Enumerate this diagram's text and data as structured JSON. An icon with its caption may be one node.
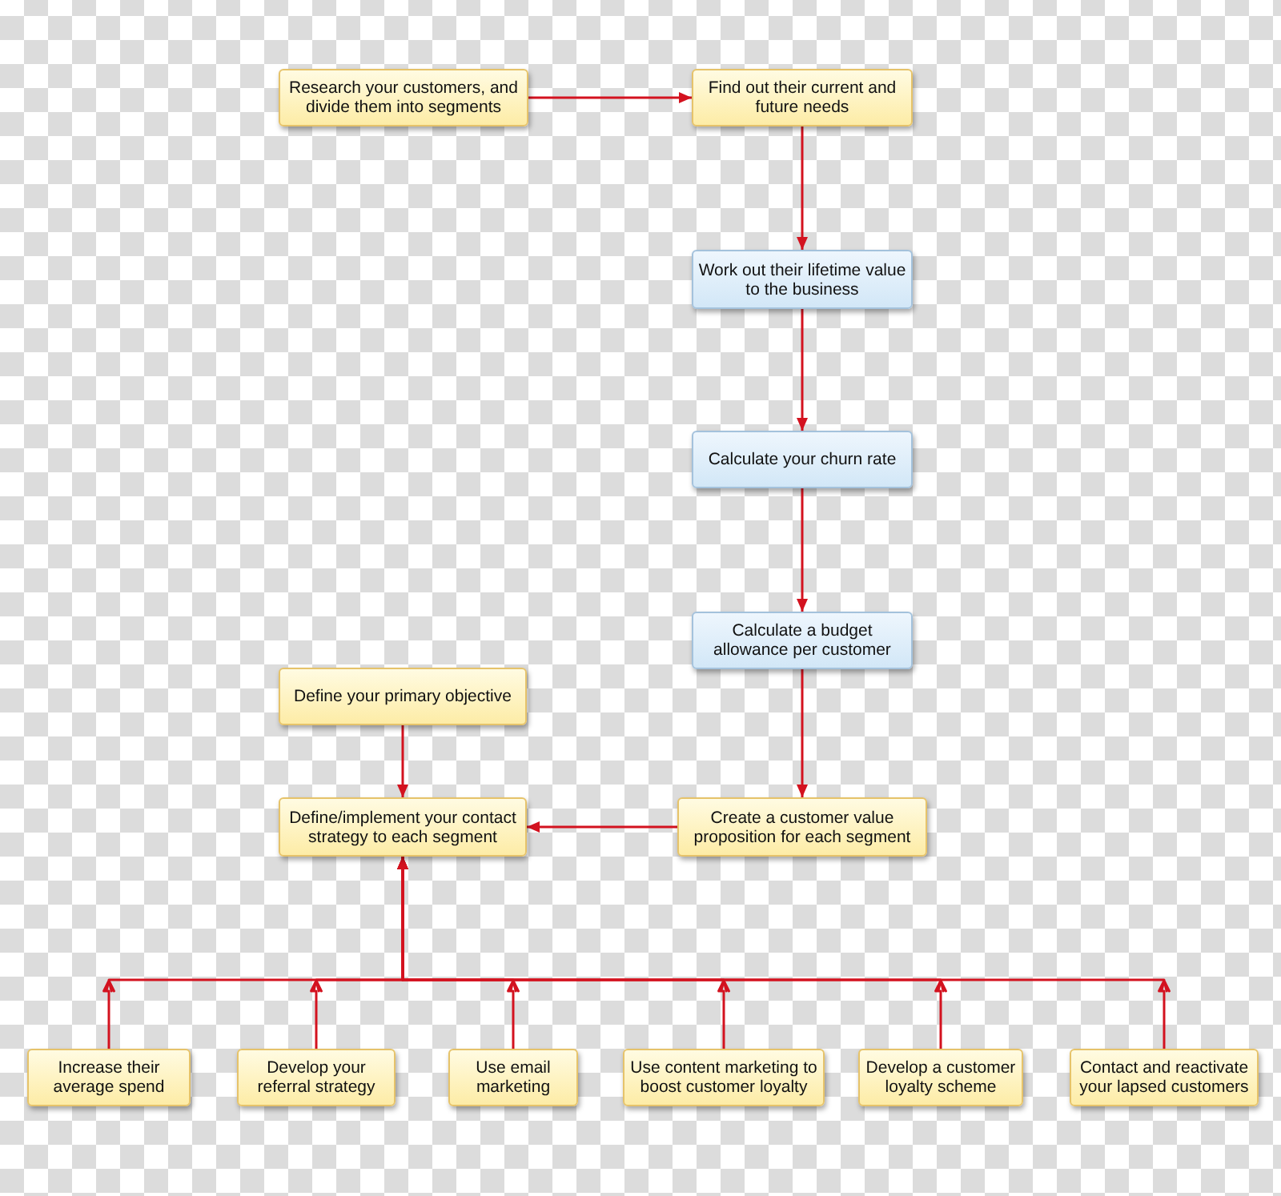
{
  "diagram": {
    "nodes": [
      {
        "text": [
          "Research your customers, and divide them into segments"
        ]
      },
      {
        "text": [
          "Find out their current and future needs"
        ]
      },
      {
        "text": [
          "Work out their lifetime value to the business"
        ]
      },
      {
        "text": [
          "Calculate your churn rate"
        ]
      },
      {
        "text": [
          "Calculate a budget allowance per customer"
        ]
      },
      {
        "text": [
          "Define your primary objective"
        ]
      },
      {
        "text": [
          "Define/implement your contact strategy to each segment"
        ]
      },
      {
        "text": [
          "Create a customer value proposition for each segment"
        ]
      },
      {
        "text": [
          "Increase their average spend"
        ]
      },
      {
        "text": [
          "Develop your referral strategy"
        ]
      },
      {
        "text": [
          "Use email marketing"
        ]
      },
      {
        "text": [
          "Use content marketing to boost customer loyalty"
        ]
      },
      {
        "text": [
          "Develop a customer loyalty scheme"
        ]
      },
      {
        "text": [
          "Contact and reactivate your lapsed customers"
        ]
      }
    ],
    "edges": [
      {
        "from": 0,
        "to": 1,
        "arrow": "to"
      },
      {
        "from": 1,
        "to": 2,
        "arrow": "to"
      },
      {
        "from": 2,
        "to": 3,
        "arrow": "to"
      },
      {
        "from": 3,
        "to": 4,
        "arrow": "to"
      },
      {
        "from": 4,
        "to": 7,
        "arrow": "to"
      },
      {
        "from": 7,
        "to": 6,
        "arrow": "to"
      },
      {
        "from": 5,
        "to": 6,
        "arrow": "to"
      },
      {
        "from": 8,
        "to": 6,
        "arrow": "to"
      },
      {
        "from": 9,
        "to": 6,
        "arrow": "to"
      },
      {
        "from": 10,
        "to": 6,
        "arrow": "to"
      },
      {
        "from": 11,
        "to": 6,
        "arrow": "to"
      },
      {
        "from": 12,
        "to": 6,
        "arrow": "to"
      },
      {
        "from": 13,
        "to": 6,
        "arrow": "to"
      }
    ]
  }
}
